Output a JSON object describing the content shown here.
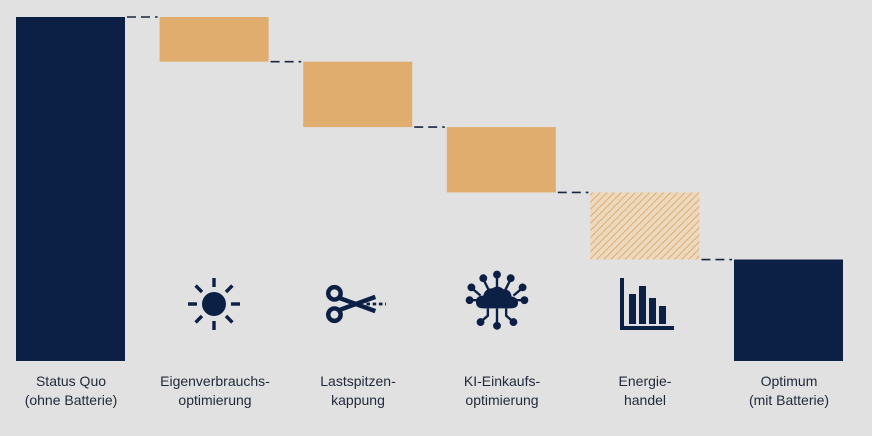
{
  "chart_data": {
    "type": "bar",
    "subtype": "waterfall",
    "categories": [
      "Status Quo\n(ohne Batterie)",
      "Eigenverbrauchs-\noptimierung",
      "Lastspitzen-\nkappung",
      "KI-Einkaufs-\noptimierung",
      "Energie-\nhandel",
      "Optimum\n(mit Batterie)"
    ],
    "steps": [
      {
        "kind": "total",
        "start": 0,
        "end": 100
      },
      {
        "kind": "decrease",
        "start": 100,
        "end": 87
      },
      {
        "kind": "decrease",
        "start": 87,
        "end": 68
      },
      {
        "kind": "decrease",
        "start": 68,
        "end": 49
      },
      {
        "kind": "decrease-hatched",
        "start": 49,
        "end": 29.5
      },
      {
        "kind": "total",
        "start": 0,
        "end": 29.5
      }
    ],
    "ylim": [
      0,
      100
    ],
    "grid": false,
    "legend": "none",
    "title": "",
    "xlabel": "",
    "ylabel": "",
    "colors": {
      "background": "#e1e1e1",
      "total": "#0c1f45",
      "change": "#e1ad6e",
      "hatch_line": "#d9a263",
      "hatch_bg": "#edd9bd",
      "connector": "#1a2540",
      "icon": "#0c1f45"
    }
  },
  "icons": [
    "sun-icon",
    "scissors-icon",
    "ai-cloud-icon",
    "bar-chart-icon"
  ]
}
